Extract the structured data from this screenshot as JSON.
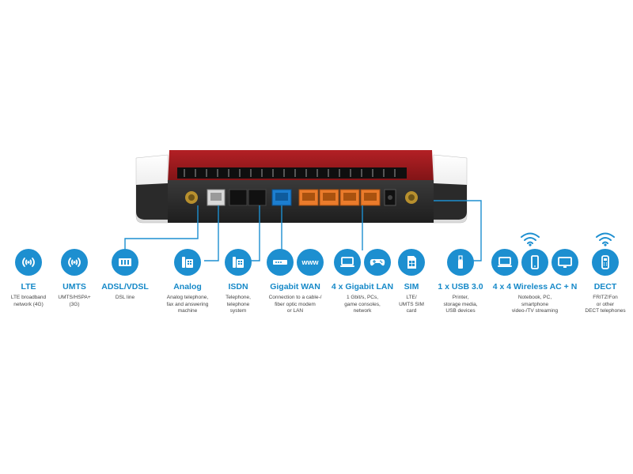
{
  "colors": {
    "accent": "#1d8fd0",
    "title": "#1689c8",
    "router_red": "#9c1a1c",
    "router_dark": "#2b2b2b",
    "port_orange": "#ea7b2b",
    "port_blue": "#1c7ecf"
  },
  "features": [
    {
      "id": "lte",
      "title": "LTE",
      "desc": "LTE broadband\nnetwork (4G)",
      "icons": [
        "signal-icon"
      ]
    },
    {
      "id": "umts",
      "title": "UMTS",
      "desc": "UMTS/HSPA+\n(3G)",
      "icons": [
        "signal-icon"
      ]
    },
    {
      "id": "dsl",
      "title": "ADSL/VDSL",
      "desc": "DSL line",
      "icons": [
        "dsl-port-icon"
      ]
    },
    {
      "id": "analog",
      "title": "Analog",
      "desc": "Analog telephone,\nfax and answering\nmachine",
      "icons": [
        "phone-icon"
      ]
    },
    {
      "id": "isdn",
      "title": "ISDN",
      "desc": "Telephone,\ntelephone\nsystem",
      "icons": [
        "phone-icon"
      ]
    },
    {
      "id": "wan",
      "title": "Gigabit WAN",
      "desc": "Connection to a cable-/\nfiber optic modem\nor LAN",
      "icons": [
        "modem-icon",
        "www-icon"
      ],
      "www": "www"
    },
    {
      "id": "lan",
      "title": "4 x Gigabit LAN",
      "desc": "1 Gbit/s, PCs,\ngame consoles,\nnetwork",
      "icons": [
        "laptop-icon",
        "gamepad-icon"
      ]
    },
    {
      "id": "sim",
      "title": "SIM",
      "desc": "LTE/\nUMTS SIM\ncard",
      "icons": [
        "sim-card-icon"
      ]
    },
    {
      "id": "usb",
      "title": "1 x USB 3.0",
      "desc": "Printer,\nstorage media,\nUSB devices",
      "icons": [
        "usb-stick-icon"
      ]
    },
    {
      "id": "wireless",
      "title": "4 x 4 Wireless AC + N",
      "desc": "Notebook, PC,\nsmartphone\nvideo-/TV streaming",
      "icons": [
        "laptop-icon",
        "smartphone-icon",
        "monitor-icon"
      ]
    },
    {
      "id": "dect",
      "title": "DECT",
      "desc": "FRITZ!Fon\nor other\nDECT telephones",
      "icons": [
        "cordless-phone-icon"
      ]
    }
  ]
}
